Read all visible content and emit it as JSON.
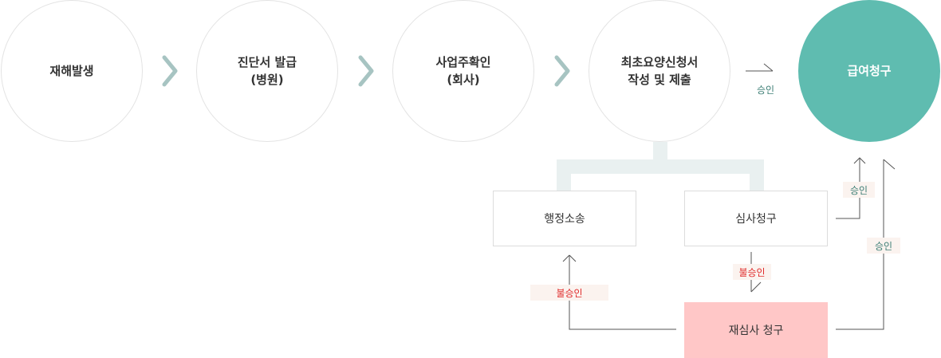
{
  "steps": [
    {
      "label": "재해발생"
    },
    {
      "label": "진단서 발급\n(병원)"
    },
    {
      "label": "사업주확인\n(회사)"
    },
    {
      "label": "최초요양신청서\n작성 및 제출"
    },
    {
      "label": "급여청구"
    }
  ],
  "boxes": {
    "litigation": "행정소송",
    "review": "심사청구",
    "rereview": "재심사 청구"
  },
  "labels": {
    "approve": "승인",
    "reject": "불승인"
  },
  "colors": {
    "final_fill": "#5fbcb0",
    "rereview_fill": "#ffc7c7",
    "reject_text": "#e02b2b",
    "approve_text": "#3e7f76",
    "chevron": "#a7c4c2"
  }
}
